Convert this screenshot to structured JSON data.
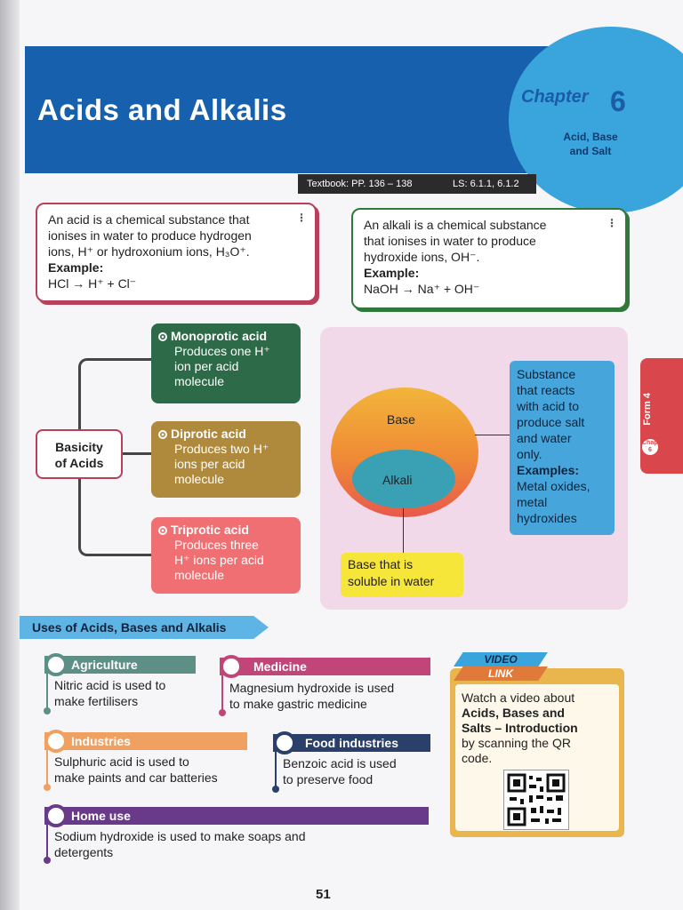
{
  "header": {
    "title": "Acids and Alkalis",
    "chapter_word": "Chapter",
    "chapter_number": "6",
    "chapter_subtitle": "Acid, Base and Salt",
    "textbook_ref": "Textbook: PP. 136 – 138",
    "ls_ref": "LS: 6.1.1, 6.1.2"
  },
  "acid_def": {
    "line1": "An acid is a chemical substance that",
    "line2": "ionises in water to produce hydrogen",
    "line3": "ions, H⁺ or hydroxonium ions, H₃O⁺.",
    "example_label": "Example:",
    "equation": "HCl → H⁺ + Cl⁻"
  },
  "alkali_def": {
    "line1": "An alkali is a chemical substance",
    "line2": "that ionises in water to produce",
    "line3": "hydroxide ions, OH⁻.",
    "example_label": "Example:",
    "equation": "NaOH → Na⁺ + OH⁻"
  },
  "basicity": {
    "label_line1": "Basicity",
    "label_line2": "of Acids",
    "types": [
      {
        "title": "Monoprotic acid",
        "line1": "Produces one H⁺",
        "line2": "ion per acid",
        "line3": "molecule"
      },
      {
        "title": "Diprotic acid",
        "line1": "Produces two H⁺",
        "line2": "ions per acid",
        "line3": "molecule"
      },
      {
        "title": "Triprotic acid",
        "line1": "Produces three",
        "line2": "H⁺ ions per acid",
        "line3": "molecule"
      }
    ]
  },
  "venn": {
    "base_label": "Base",
    "alkali_label": "Alkali",
    "base_desc": [
      "Substance",
      "that reacts",
      "with acid to",
      "produce salt",
      "and water",
      "only."
    ],
    "examples_label": "Examples:",
    "examples": [
      "Metal oxides,",
      "metal",
      "hydroxides"
    ],
    "alkali_desc": [
      "Base that is",
      "soluble in water"
    ]
  },
  "side_tab": {
    "form": "Form 4",
    "chap_line1": "Chap.",
    "chap_line2": "6"
  },
  "uses": {
    "banner": "Uses of Acids, Bases and Alkalis",
    "items": [
      {
        "title": "Agriculture",
        "line1": "Nitric acid is used to",
        "line2": "make fertilisers"
      },
      {
        "title": "Medicine",
        "line1": "Magnesium hydroxide is used",
        "line2": "to make gastric medicine"
      },
      {
        "title": "Industries",
        "line1": "Sulphuric acid is used to",
        "line2": "make paints and car batteries"
      },
      {
        "title": "Food industries",
        "line1": "Benzoic acid is used",
        "line2": "to preserve food"
      },
      {
        "title": "Home use",
        "line1": "Sodium hydroxide is used to make soaps and",
        "line2": "detergents"
      }
    ],
    "colors": {
      "agriculture": "#5e8f86",
      "medicine": "#c2457a",
      "industries": "#f0a060",
      "food": "#2b3f6b",
      "home": "#6a3a8a"
    }
  },
  "video": {
    "tag1": "VIDEO",
    "tag2": "LINK",
    "line1": "Watch a video about",
    "line2": "Acids, Bases and",
    "line3": "Salts – Introduction",
    "line4": "by scanning the QR",
    "line5": "code."
  },
  "page_number": "51"
}
